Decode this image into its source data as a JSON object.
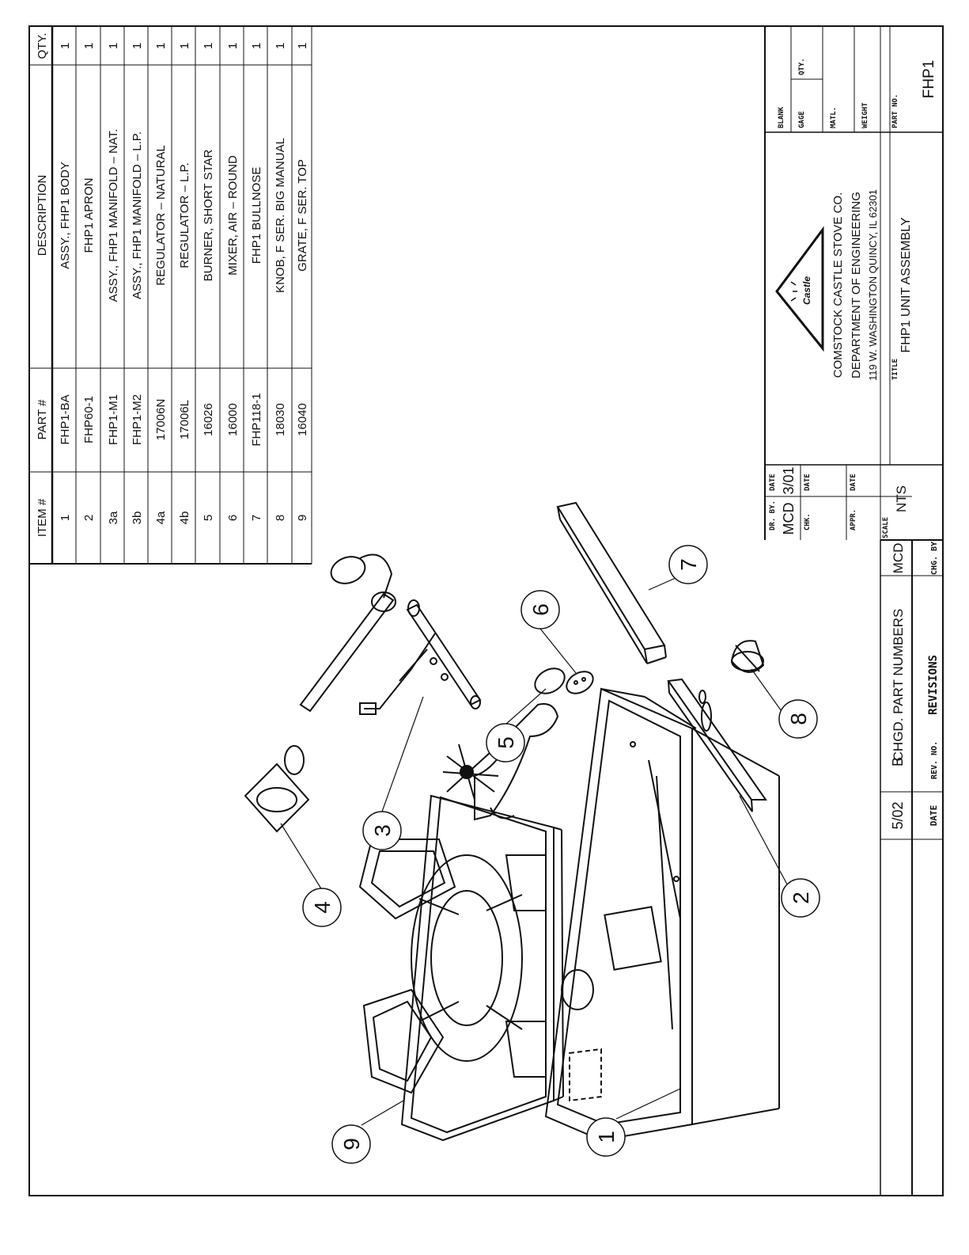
{
  "parts_list": {
    "headers": {
      "item": "ITEM #",
      "part": "PART #",
      "description": "DESCRIPTION",
      "qty": "QTY."
    },
    "rows": [
      {
        "item": "1",
        "part": "FHP1-BA",
        "description": "ASSY., FHP1 BODY",
        "qty": "1"
      },
      {
        "item": "2",
        "part": "FHP60-1",
        "description": "FHP1 APRON",
        "qty": "1"
      },
      {
        "item": "3a",
        "part": "FHP1-M1",
        "description": "ASSY., FHP1 MANIFOLD – NAT.",
        "qty": "1"
      },
      {
        "item": "3b",
        "part": "FHP1-M2",
        "description": "ASSY., FHP1 MANIFOLD – L.P.",
        "qty": "1"
      },
      {
        "item": "4a",
        "part": "17006N",
        "description": "REGULATOR – NATURAL",
        "qty": "1"
      },
      {
        "item": "4b",
        "part": "17006L",
        "description": "REGULATOR – L.P.",
        "qty": "1"
      },
      {
        "item": "5",
        "part": "16026",
        "description": "BURNER, SHORT STAR",
        "qty": "1"
      },
      {
        "item": "6",
        "part": "16000",
        "description": "MIXER, AIR – ROUND",
        "qty": "1"
      },
      {
        "item": "7",
        "part": "FHP118-1",
        "description": "FHP1 BULLNOSE",
        "qty": "1"
      },
      {
        "item": "8",
        "part": "18030",
        "description": "KNOB, F SER. BIG MANUAL",
        "qty": "1"
      },
      {
        "item": "9",
        "part": "16040",
        "description": "GRATE, F SER. TOP",
        "qty": "1"
      }
    ]
  },
  "revisions": {
    "row": {
      "date": "5/02",
      "rev": "B",
      "description": "CHGD. PART NUMBERS",
      "chk": "MCD"
    },
    "labels": {
      "date": "DATE",
      "rev": "REV. NO.",
      "title": "REVISIONS",
      "chk": "CHG. BY"
    }
  },
  "title_block": {
    "dr_by_label": "DR. BY.",
    "dr_by": "MCD",
    "date_label": "DATE",
    "date": "3/01",
    "chk_label": "CHK.",
    "chk_date_label": "DATE",
    "appr_label": "APPR.",
    "appr_date_label": "DATE",
    "scale_label": "SCALE",
    "scale": "NTS",
    "logo_text": "Castle",
    "company": [
      "COMSTOCK CASTLE STOVE CO.",
      "DEPARTMENT OF ENGINEERING",
      "119 W. WASHINGTON  QUINCY, IL 62301"
    ],
    "title_label": "TITLE",
    "title": "FHP1 UNIT ASSEMBLY",
    "blank_label": "BLANK",
    "gage_label": "GAGE",
    "qty_label": "QTY.",
    "matl_label": "MATL.",
    "weight_label": "WEIGHT",
    "part_no_label": "PART NO.",
    "part_no": "FHP1"
  },
  "callouts": [
    "1",
    "2",
    "3",
    "4",
    "5",
    "6",
    "7",
    "8",
    "9"
  ]
}
